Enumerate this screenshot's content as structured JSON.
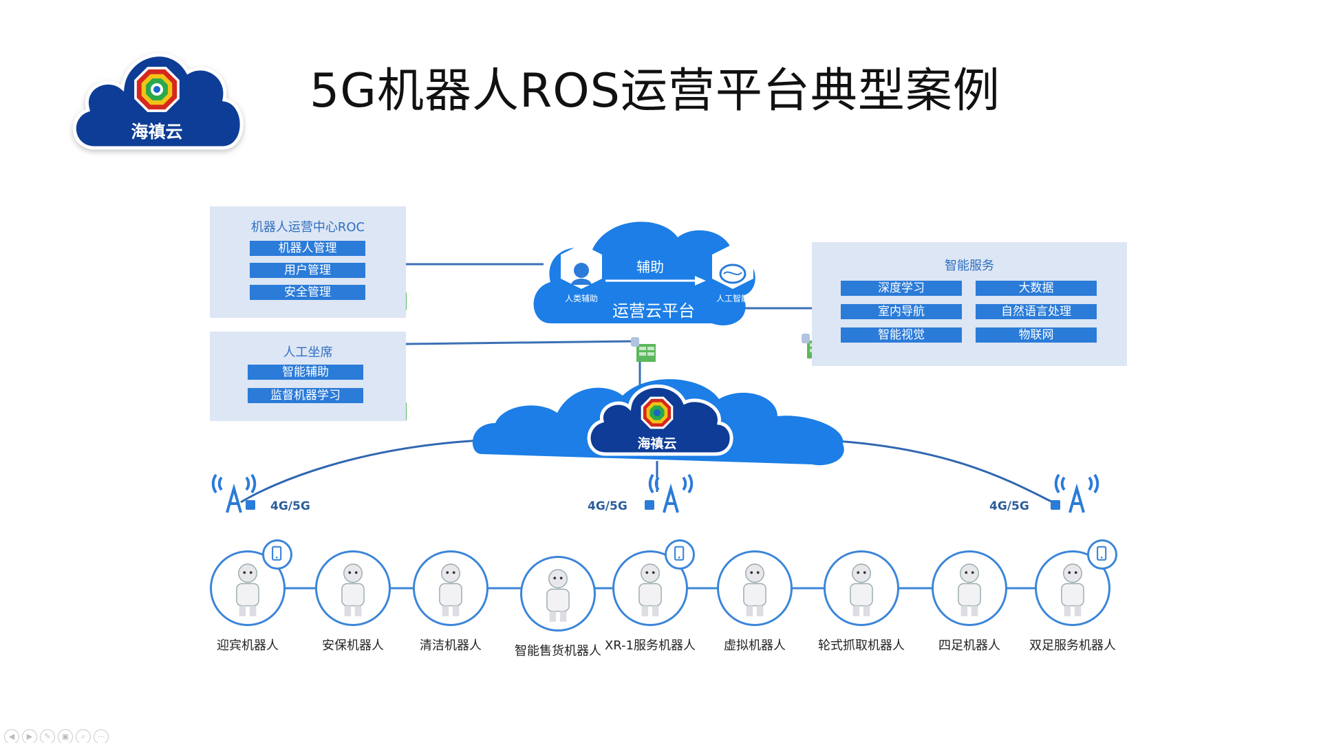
{
  "slide": {
    "title": "5G机器人ROS运营平台典型案例",
    "logo_text": "海禛云"
  },
  "roc_panel": {
    "title": "机器人运营中心ROC",
    "items": [
      "机器人管理",
      "用户管理",
      "安全管理"
    ]
  },
  "agent_panel": {
    "title": "人工坐席",
    "items": [
      "智能辅助",
      "监督机器学习"
    ]
  },
  "smart_panel": {
    "title": "智能服务",
    "items_left": [
      "深度学习",
      "室内导航",
      "智能视觉"
    ],
    "items_right": [
      "大数据",
      "自然语言处理",
      "物联网"
    ]
  },
  "cloud_platform": {
    "assist_label": "辅助",
    "platform_label": "运营云平台",
    "human_assist": "人类辅助",
    "ai": "人工智能"
  },
  "main_cloud": {
    "label": "海禛云"
  },
  "towers": [
    {
      "label": "4G/5G"
    },
    {
      "label": "4G/5G"
    },
    {
      "label": "4G/5G"
    }
  ],
  "robots": [
    {
      "label": "迎宾机器人",
      "phone": true
    },
    {
      "label": "安保机器人",
      "phone": false
    },
    {
      "label": "清洁机器人",
      "phone": false
    },
    {
      "label": "智能售货机器人",
      "phone": false
    },
    {
      "label": "XR-1服务机器人",
      "phone": true
    },
    {
      "label": "虚拟机器人",
      "phone": false
    },
    {
      "label": "轮式抓取机器人",
      "phone": false
    },
    {
      "label": "四足机器人",
      "phone": false
    },
    {
      "label": "双足服务机器人",
      "phone": true
    }
  ],
  "colors": {
    "brand_blue": "#0f3f9a",
    "accent_blue": "#2b7bd8",
    "panel_bg": "#dde6f4",
    "cloud_blue": "#1f7fe0"
  },
  "toolbar": [
    "back-icon",
    "forward-icon",
    "pen-icon",
    "slides-icon",
    "zoom-icon",
    "more-icon"
  ]
}
